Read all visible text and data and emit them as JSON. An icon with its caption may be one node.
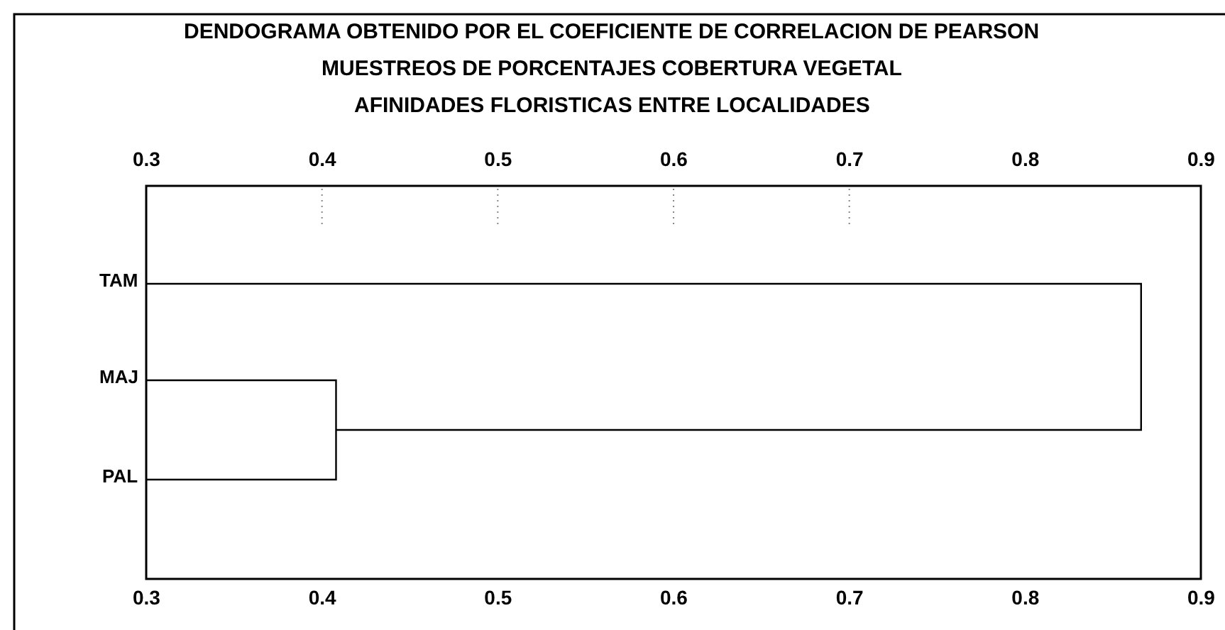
{
  "diagram": {
    "title": "DENDOGRAMA OBTENIDO POR EL COEFICIENTE DE CORRELACION DE PEARSON",
    "labels": [
      "MUESTREOS DE PORCENTAJES COBERTURA VEGETAL",
      "AFINIDADES FLORISTICAS ENTRE LOCALIDADES",
      "0.3",
      "0.4",
      "0.5",
      "0.6",
      "0.7",
      "0.8",
      "0.9",
      "TAM",
      "MAJ",
      "PAL",
      "0.3",
      "0.4",
      "0.5",
      "0.6",
      "0.7",
      "0.8",
      "0.9"
    ]
  }
}
